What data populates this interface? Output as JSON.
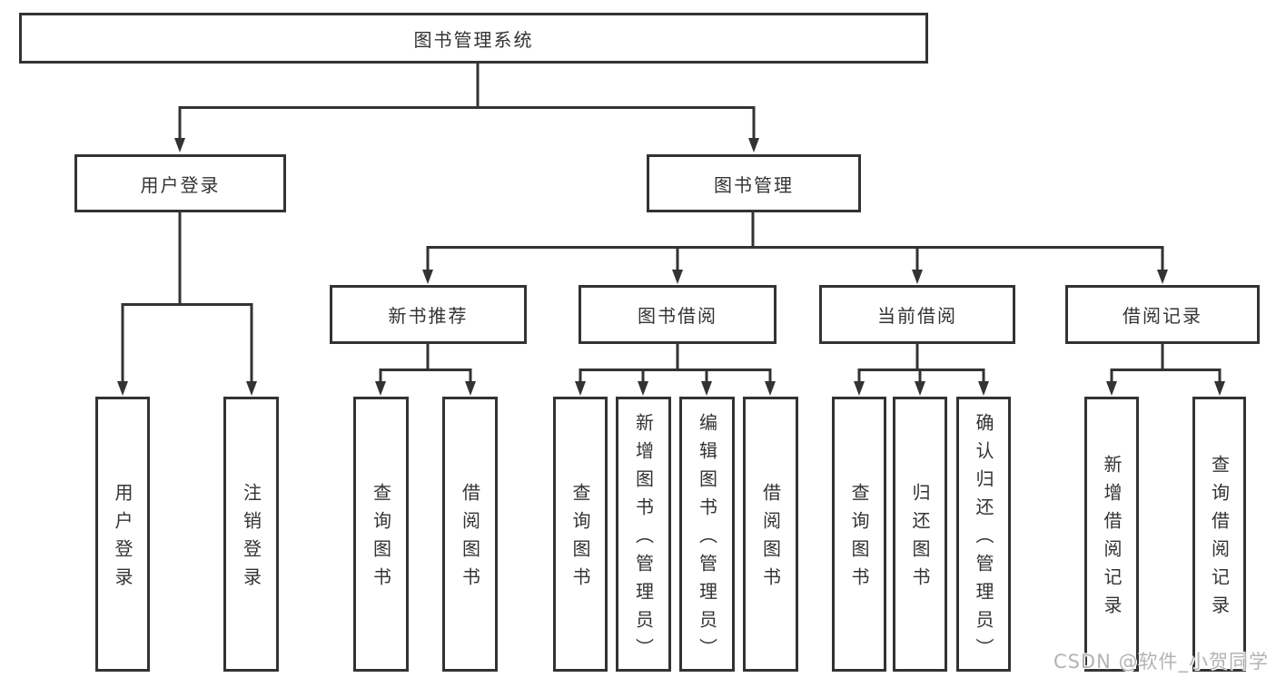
{
  "colors": {
    "line": "#333333",
    "text": "#333333",
    "background": "#ffffff",
    "watermark_text": "#b3b3b3"
  },
  "tree": {
    "root": {
      "label": "图书管理系统"
    },
    "branches": [
      {
        "label": "用户登录",
        "children": [
          {
            "label": "用户登录"
          },
          {
            "label": "注销登录"
          }
        ]
      },
      {
        "label": "图书管理",
        "children": [
          {
            "label": "新书推荐",
            "children": [
              {
                "label": "查询图书"
              },
              {
                "label": "借阅图书"
              }
            ]
          },
          {
            "label": "图书借阅",
            "children": [
              {
                "label": "查询图书"
              },
              {
                "label": "新增图书（管理员）"
              },
              {
                "label": "编辑图书（管理员）"
              },
              {
                "label": "借阅图书"
              }
            ]
          },
          {
            "label": "当前借阅",
            "children": [
              {
                "label": "查询图书"
              },
              {
                "label": "归还图书"
              },
              {
                "label": "确认归还（管理员）"
              }
            ]
          },
          {
            "label": "借阅记录",
            "children": [
              {
                "label": "新增借阅记录"
              },
              {
                "label": "查询借阅记录"
              }
            ]
          }
        ]
      }
    ]
  },
  "watermark": {
    "text": "CSDN @软件_小贺同学"
  }
}
